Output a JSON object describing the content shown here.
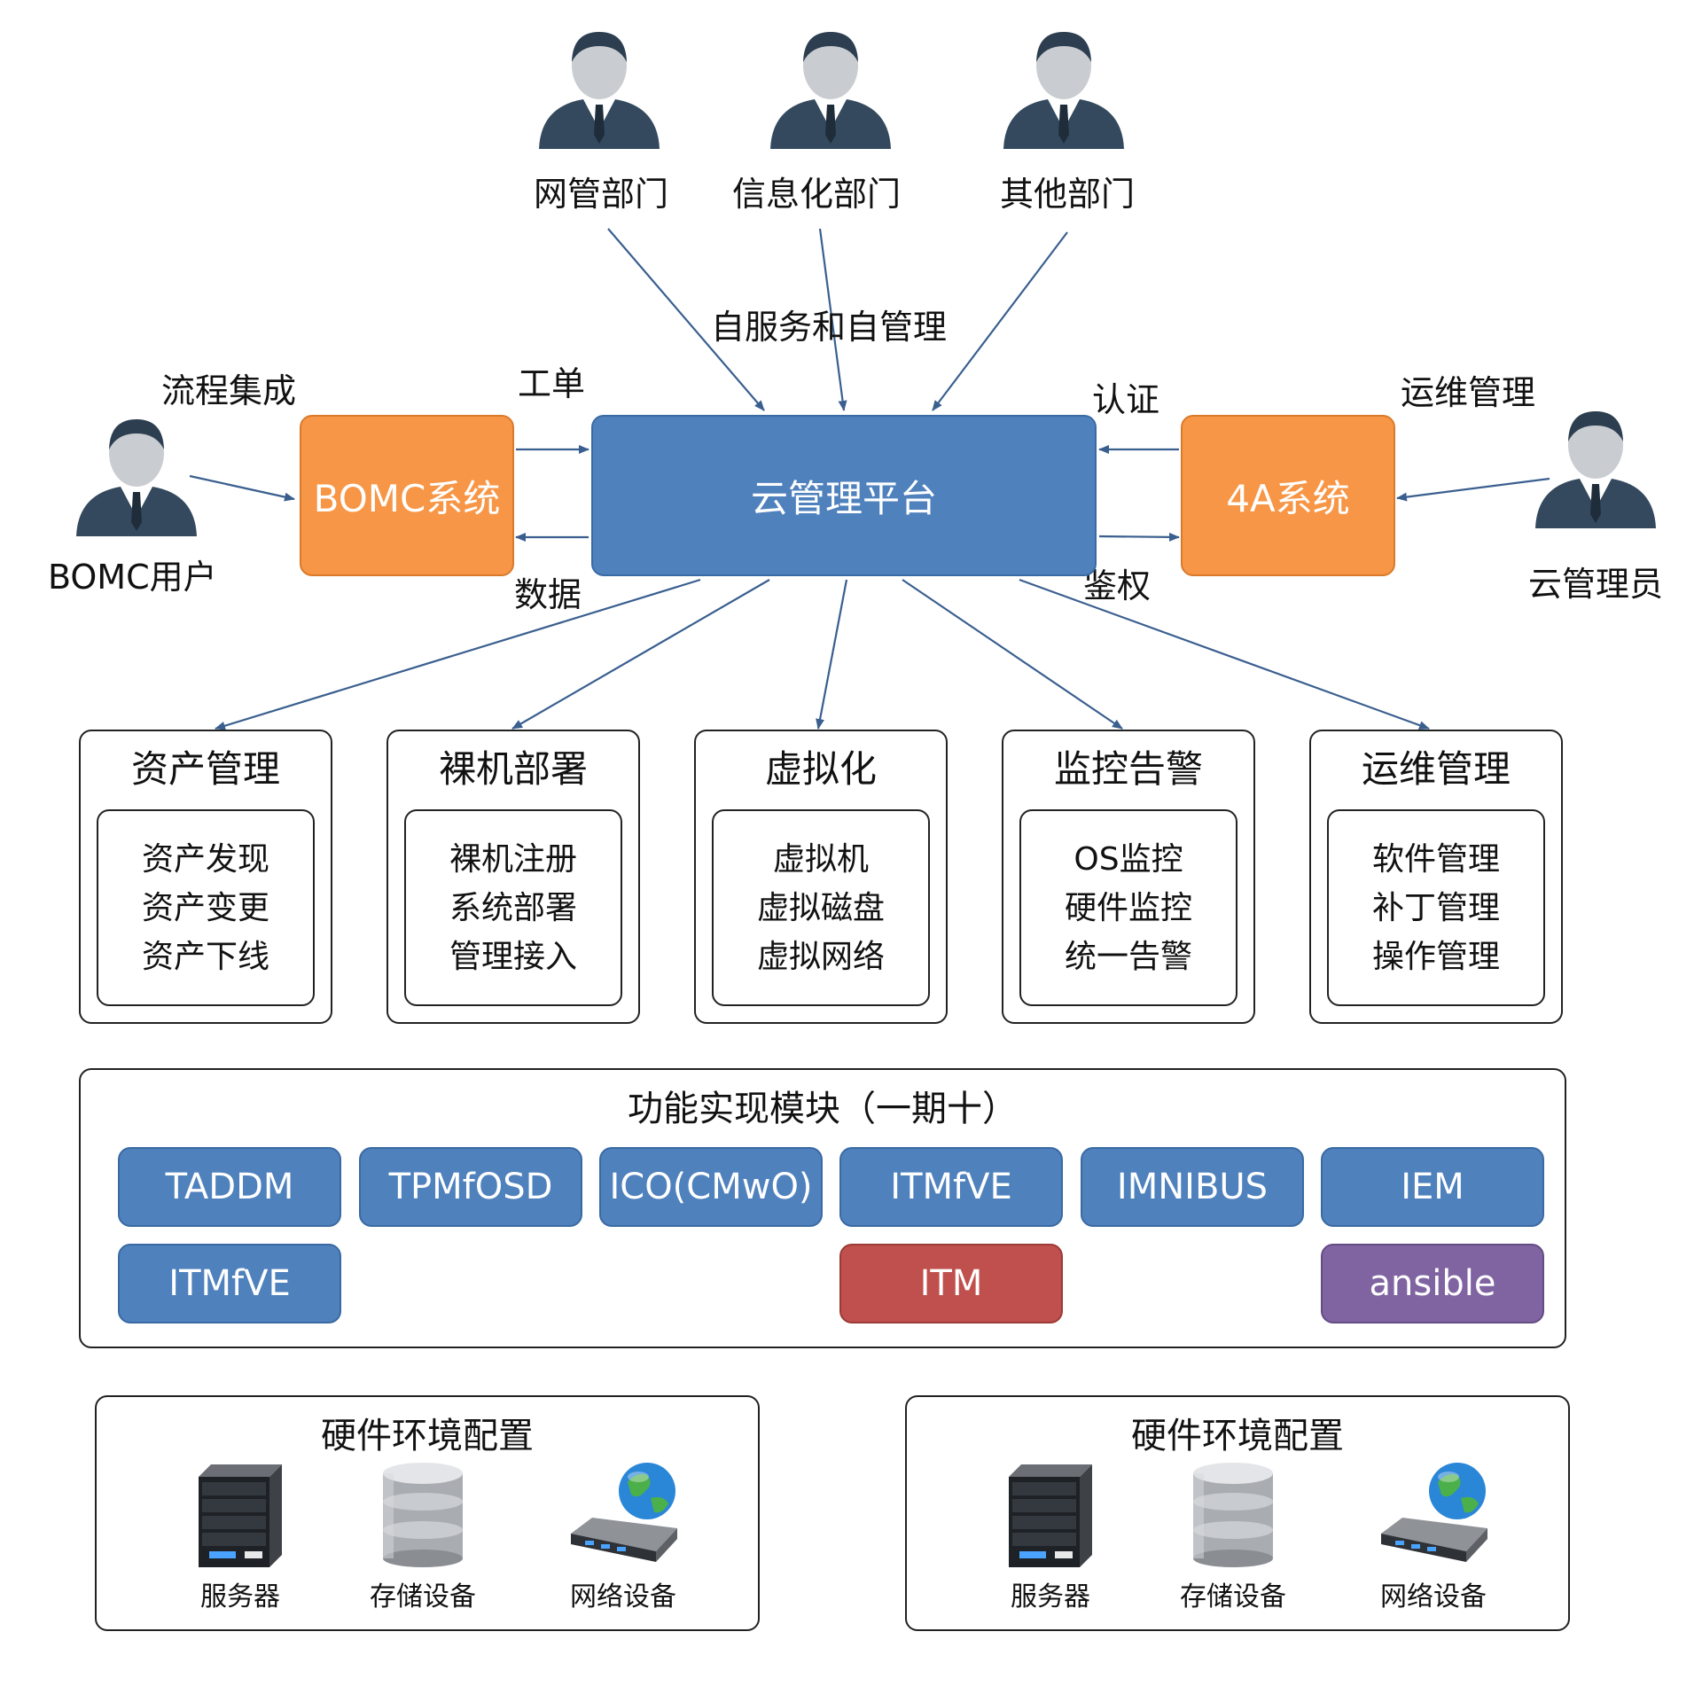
{
  "departments": {
    "net_mgmt": "网管部门",
    "info_dept": "信息化部门",
    "other_dept": "其他部门"
  },
  "edge_labels": {
    "self_service": "自服务和自管理",
    "process_integration": "流程集成",
    "work_order": "工单",
    "data": "数据",
    "auth": "认证",
    "authz": "鉴权",
    "ops_mgmt": "运维管理"
  },
  "actors": {
    "bomc_user": "BOMC用户",
    "cloud_admin": "云管理员"
  },
  "systems": {
    "bomc": "BOMC系统",
    "platform": "云管理平台",
    "fourA": "4A系统"
  },
  "functions": [
    {
      "title": "资产管理",
      "items": [
        "资产发现",
        "资产变更",
        "资产下线"
      ]
    },
    {
      "title": "裸机部署",
      "items": [
        "裸机注册",
        "系统部署",
        "管理接入"
      ]
    },
    {
      "title": "虚拟化",
      "items": [
        "虚拟机",
        "虚拟磁盘",
        "虚拟网络"
      ]
    },
    {
      "title": "监控告警",
      "items": [
        "OS监控",
        "硬件监控",
        "统一告警"
      ]
    },
    {
      "title": "运维管理",
      "items": [
        "软件管理",
        "补丁管理",
        "操作管理"
      ]
    }
  ],
  "modules": {
    "title": "功能实现模块（一期十）",
    "row1": [
      "TADDM",
      "TPMfOSD",
      "ICO(CMwO)",
      "ITMfVE",
      "IMNIBUS",
      "IEM"
    ],
    "row2": {
      "left": "ITMfVE",
      "middle": "ITM",
      "right": "ansible"
    }
  },
  "hardware": [
    {
      "title": "硬件环境配置",
      "devices": [
        "服务器",
        "存储设备",
        "网络设备"
      ]
    },
    {
      "title": "硬件环境配置",
      "devices": [
        "服务器",
        "存储设备",
        "网络设备"
      ]
    }
  ],
  "colors": {
    "orange": "#f79646",
    "blue": "#4f81bd",
    "red": "#c0504d",
    "purple": "#8064a2",
    "arrow": "#3a5f8f"
  }
}
